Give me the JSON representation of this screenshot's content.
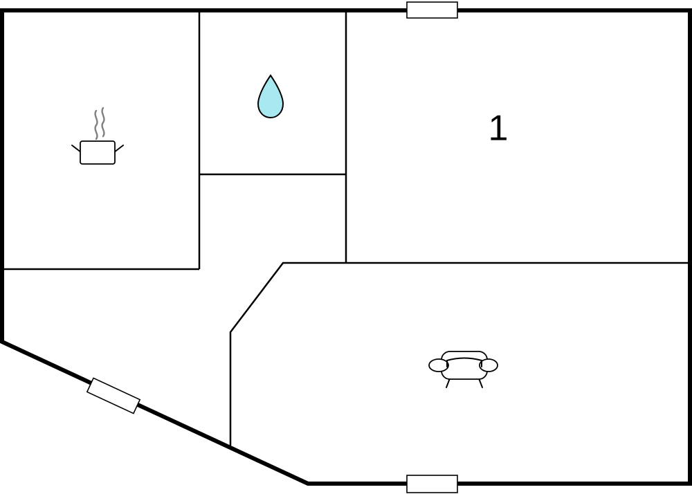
{
  "floor_plan": {
    "rooms": [
      {
        "id": "kitchen",
        "icon": "cooking-pot-icon"
      },
      {
        "id": "bathroom",
        "icon": "water-drop-icon"
      },
      {
        "id": "bedroom",
        "label": "1"
      },
      {
        "id": "hallway"
      },
      {
        "id": "living-room",
        "icon": "armchair-icon"
      }
    ],
    "windows": [
      "top",
      "left-diagonal",
      "bottom"
    ],
    "colors": {
      "walls": "#000000",
      "background": "#ffffff",
      "water_drop": "#a8e8f0",
      "steam": "#808080"
    }
  }
}
